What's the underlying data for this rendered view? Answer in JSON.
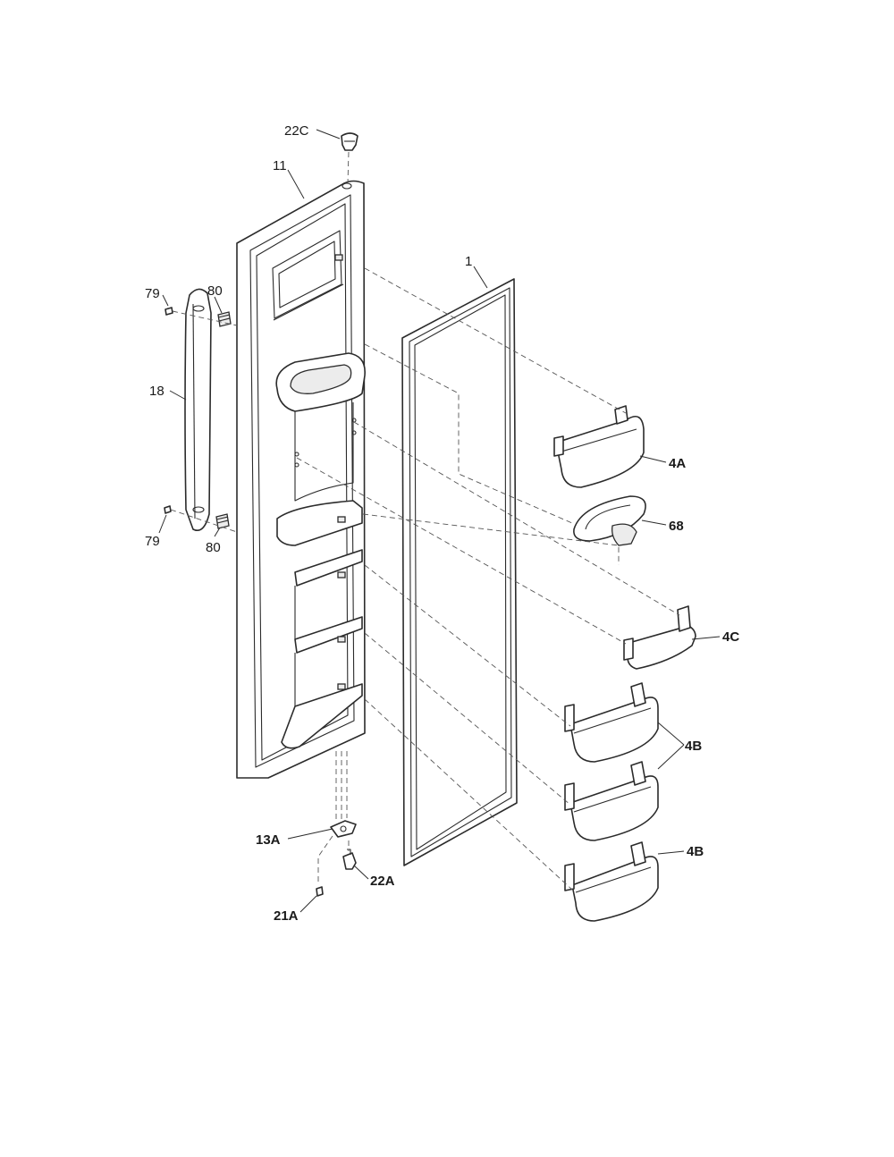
{
  "labels": {
    "l22C": "22C",
    "l11": "11",
    "l1": "1",
    "l79_top": "79",
    "l80_top": "80",
    "l18": "18",
    "l79_bot": "79",
    "l80_bot": "80",
    "l4A": "4A",
    "l68": "68",
    "l4C": "4C",
    "l4B_mid": "4B",
    "l4B_bot": "4B",
    "l13A": "13A",
    "l22A": "22A",
    "l21A": "21A"
  }
}
